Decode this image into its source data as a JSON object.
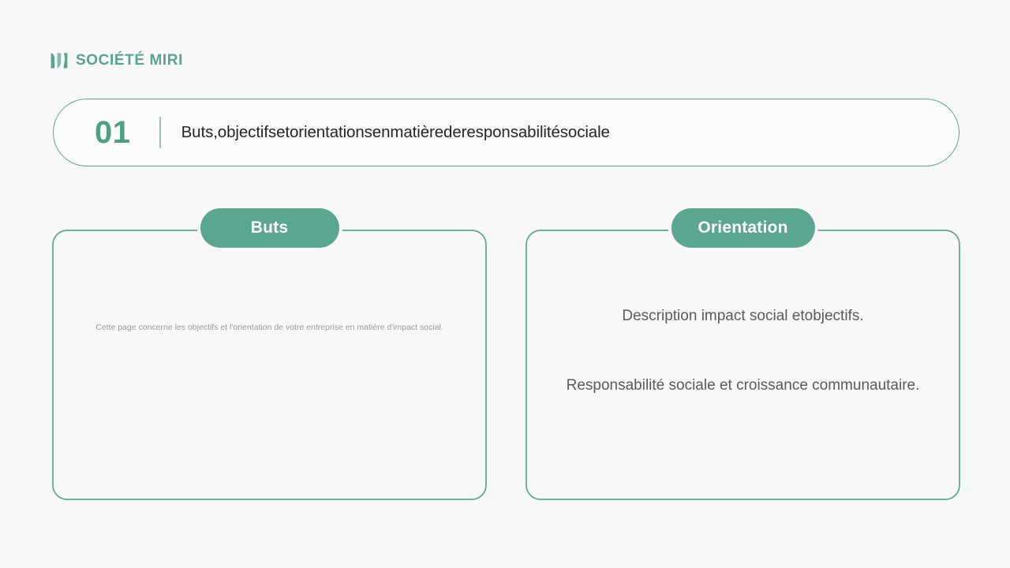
{
  "brand": {
    "icon": "leaf-logo-icon",
    "name": "SOCIÉTÉ MIRI",
    "color": "#58a391"
  },
  "section": {
    "number": "01",
    "title": "Buts,objectifsetorientationsenmatièrederesponsabilitésociale",
    "border_color": "#5ba593",
    "number_color": "#4f9e89"
  },
  "panels": [
    {
      "tag": "Buts",
      "texts": [
        "Cette page concerne les objectifs et l'orientation de votre entreprise en matière d'impact social."
      ]
    },
    {
      "tag": "Orientation",
      "texts": [
        "Description impact social etobjectifs.",
        "Responsabilité sociale et croissance communautaire."
      ]
    }
  ],
  "theme": {
    "background": "#f8f8f9",
    "accent": "#5ba593",
    "accent_soft": "#8fc2b4",
    "text_dark": "#262626",
    "text_muted": "#595a5e",
    "text_faint": "#9a9a9f"
  }
}
